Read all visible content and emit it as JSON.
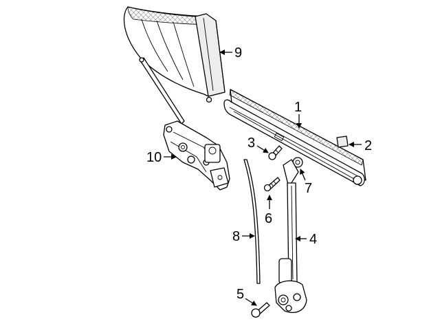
{
  "diagram": {
    "type": "exploded parts diagram",
    "colors": {
      "line": "#000000",
      "background": "#ffffff",
      "shade": "#ededed"
    },
    "callouts": [
      {
        "id": "1",
        "label": "1",
        "part": "window-guide-channel"
      },
      {
        "id": "2",
        "label": "2",
        "part": "channel-end-cap"
      },
      {
        "id": "3",
        "label": "3",
        "part": "regulator-screw-upper"
      },
      {
        "id": "4",
        "label": "4",
        "part": "window-regulator"
      },
      {
        "id": "5",
        "label": "5",
        "part": "regulator-bolt"
      },
      {
        "id": "6",
        "label": "6",
        "part": "regulator-screw-lower"
      },
      {
        "id": "7",
        "label": "7",
        "part": "regulator-nut"
      },
      {
        "id": "8",
        "label": "8",
        "part": "glass-run-strip"
      },
      {
        "id": "9",
        "label": "9",
        "part": "quarter-window-glass"
      },
      {
        "id": "10",
        "label": "10",
        "part": "quarter-regulator-motor"
      }
    ]
  }
}
